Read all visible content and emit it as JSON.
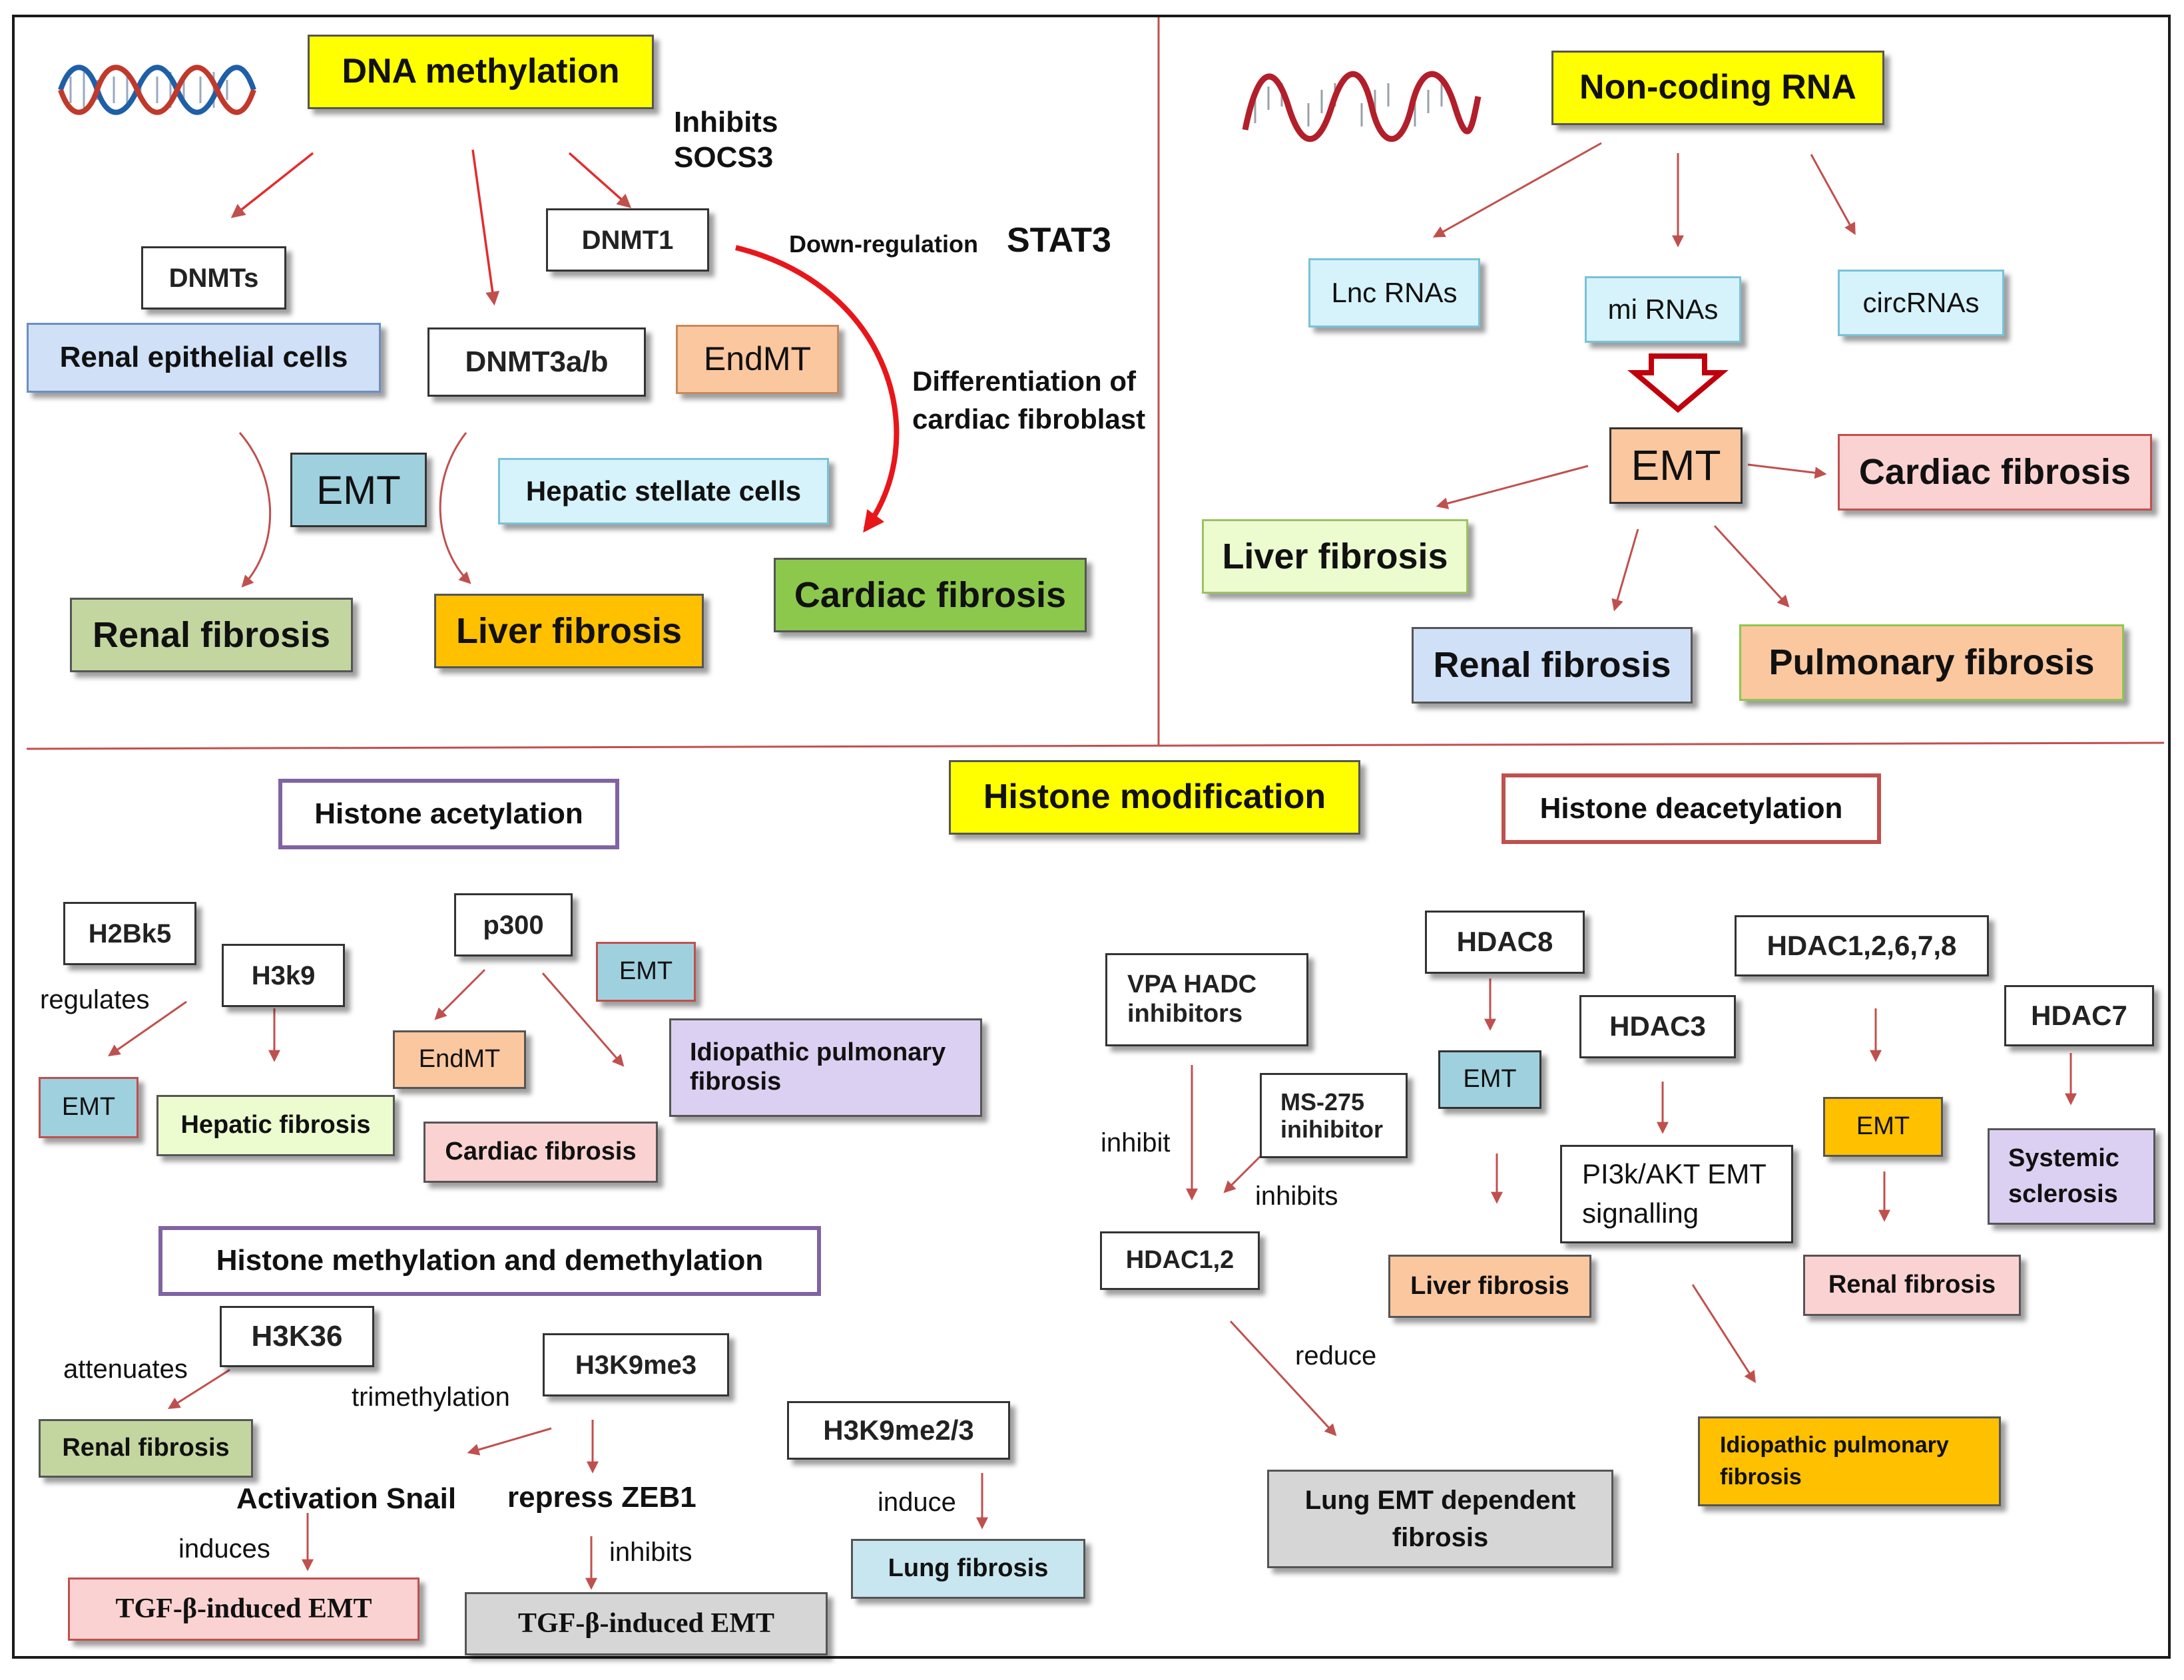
{
  "colors": {
    "yellow": "#ffff00",
    "blue_box": "#cfe0f7",
    "cyan_box": "#d6f2fb",
    "teal_box": "#9fd0de",
    "peach_box": "#fbc79f",
    "green_box": "#c4d6a0",
    "orange_box": "#ffc000",
    "lime_box": "#8cc84b",
    "pale_green_box": "#ecfccf",
    "pink_box": "#fbd2d2",
    "lavender_box": "#dcd0f2",
    "gray_box": "#d6d6d6",
    "purple_border": "#8064a2",
    "red_border": "#c0504d",
    "arrow_red": "#c0504d",
    "bright_red": "#e8161a"
  },
  "icons": {
    "dna_top_left": "dna-double-helix-icon",
    "rna_top_right": "rna-strand-icon"
  },
  "dna_methylation": {
    "title": "DNA methylation",
    "inhibits_socs3": "Inhibits\nSOCS3",
    "dnmts": "DNMTs",
    "dnmt1": "DNMT1",
    "dnmt3ab": "DNMT3a/b",
    "down_regulation": "Down-regulation",
    "stat3": "STAT3",
    "renal_epithelial": "Renal epithelial cells",
    "endmt": "EndMT",
    "differentiation": "Differentiation of\ncardiac fibroblast",
    "emt": "EMT",
    "hepatic_stellate": "Hepatic stellate cells",
    "renal_fibrosis": "Renal fibrosis",
    "liver_fibrosis": "Liver fibrosis",
    "cardiac_fibrosis": "Cardiac fibrosis"
  },
  "noncoding_rna": {
    "title": "Non-coding RNA",
    "lnc": "Lnc RNAs",
    "mi": "mi RNAs",
    "circ": "circRNAs",
    "emt": "EMT",
    "cardiac_fibrosis": "Cardiac fibrosis",
    "liver_fibrosis": "Liver fibrosis",
    "renal_fibrosis": "Renal fibrosis",
    "pulmonary_fibrosis": "Pulmonary  fibrosis"
  },
  "histone": {
    "title": "Histone modification",
    "acetylation": {
      "title": "Histone acetylation",
      "h2bk5": "H2Bk5",
      "h3k9": "H3k9",
      "p300": "p300",
      "emt_right": "EMT",
      "regulates": "regulates",
      "emt_left": "EMT",
      "hepatic_fibrosis": "Hepatic fibrosis",
      "endmt": "EndMT",
      "cardiac_fibrosis": "Cardiac  fibrosis",
      "ipf": "Idiopathic pulmonary\nfibrosis"
    },
    "methylation": {
      "title": "Histone methylation and demethylation",
      "h3k36": "H3K36",
      "attenuates": "attenuates",
      "renal_fibrosis": "Renal fibrosis",
      "h3k9me3": "H3K9me3",
      "trimethylation": "trimethylation",
      "activation_snail": "Activation  Snail",
      "repress_zeb1": "repress ZEB1",
      "induces": "induces",
      "inhibits": "inhibits",
      "tgf_emt_1": "TGF-β-induced EMT",
      "tgf_emt_2": "TGF-β-induced EMT",
      "h3k9me23": "H3K9me2/3",
      "induce": "induce",
      "lung_fibrosis": "Lung fibrosis"
    },
    "deacetylation": {
      "title": "Histone deacetylation",
      "vpa": "VPA HADC\ninhibitors",
      "inhibit": "inhibit",
      "ms275": "MS-275\ninihibitor",
      "inhibits": "inhibits",
      "hdac12": "HDAC1,2",
      "reduce": "reduce",
      "lung_emt": "Lung EMT dependent\nfibrosis",
      "hdac8": "HDAC8",
      "emt_hdac8": "EMT",
      "liver_fibrosis": "Liver fibrosis",
      "hdac3": "HDAC3",
      "pi3k": "PI3k/AKT EMT\nsignalling",
      "ipf": "Idiopathic  pulmonary\nfibrosis",
      "hdac12678": "HDAC1,2,6,7,8",
      "emt_hdac12678": "EMT",
      "renal_fibrosis": "Renal fibrosis",
      "hdac7": "HDAC7",
      "systemic_sclerosis": "Systemic\nsclerosis"
    }
  }
}
